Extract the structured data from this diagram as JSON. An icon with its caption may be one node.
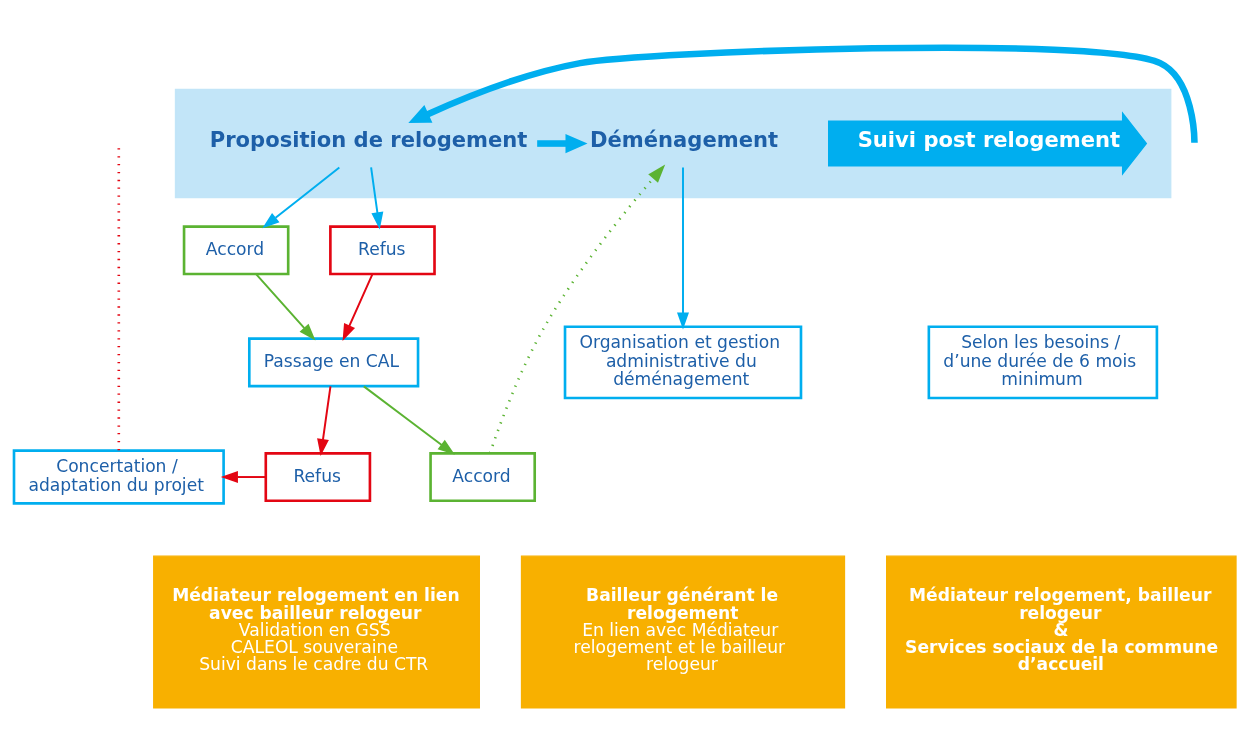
{
  "diagram": {
    "nodes": [
      {
        "text": [],
        "shape": "band"
      },
      {
        "text": [
          "Proposition de relogement"
        ],
        "in": 0
      },
      {
        "text": [
          "Déménagement"
        ],
        "in": 0
      },
      {
        "text": [
          "Suivi post relogement"
        ],
        "in": 0
      },
      {
        "text": [
          "Refus"
        ]
      },
      {
        "text": [
          "Accord"
        ]
      },
      {
        "text": [
          "Passage en CAL"
        ]
      },
      {
        "text": [
          "Concertation / adaptation du projet"
        ]
      },
      {
        "text": [
          "Refus"
        ]
      },
      {
        "text": [
          "Accord"
        ]
      },
      {
        "text": [
          "Organisation et gestion administrative du déménagement"
        ]
      },
      {
        "text": [
          "Selon les besoins / d’une durée de 6 mois minimum"
        ]
      },
      {
        "text": [
          "Médiateur relogement en lien avec bailleur relogeur",
          "Validation en GSS",
          "CALEOL souveraine",
          "Suivi dans le cadre du CTR"
        ]
      },
      {
        "text": [
          "Bailleur générant le relogement",
          "En lien avec Médiateur relogement et le bailleur relogeur"
        ]
      },
      {
        "text": [
          "Médiateur relogement, bailleur relogeur",
          "&",
          "Services sociaux de la commune d’accueil"
        ]
      }
    ],
    "edges": [
      {
        "from": null,
        "to": 1,
        "arrow": "to",
        "style": "thick",
        "color": "#00aeef"
      },
      {
        "from": 1,
        "to": 2,
        "arrow": "to",
        "style": "thick",
        "color": "#00aeef"
      },
      {
        "from": 7,
        "to": null,
        "arrow": "none",
        "style": "dashed",
        "color": "#e30613"
      },
      {
        "from": 1,
        "to": 4,
        "arrow": "to",
        "color": "#00aeef"
      },
      {
        "from": 1,
        "to": 5,
        "arrow": "to",
        "color": "#00aeef"
      },
      {
        "from": 4,
        "to": 6,
        "arrow": "to",
        "color": "#e30613"
      },
      {
        "from": 5,
        "to": 6,
        "arrow": "to",
        "color": "#5bb332"
      },
      {
        "from": 6,
        "to": 8,
        "arrow": "to",
        "color": "#e30613"
      },
      {
        "from": 6,
        "to": 9,
        "arrow": "to",
        "color": "#5bb332"
      },
      {
        "from": 8,
        "to": 7,
        "arrow": "to",
        "color": "#e30613"
      },
      {
        "from": 9,
        "to": 2,
        "arrow": "to",
        "style": "dashed",
        "color": "#5bb332"
      },
      {
        "from": 2,
        "to": 10,
        "arrow": "to",
        "color": "#00aeef"
      }
    ]
  }
}
